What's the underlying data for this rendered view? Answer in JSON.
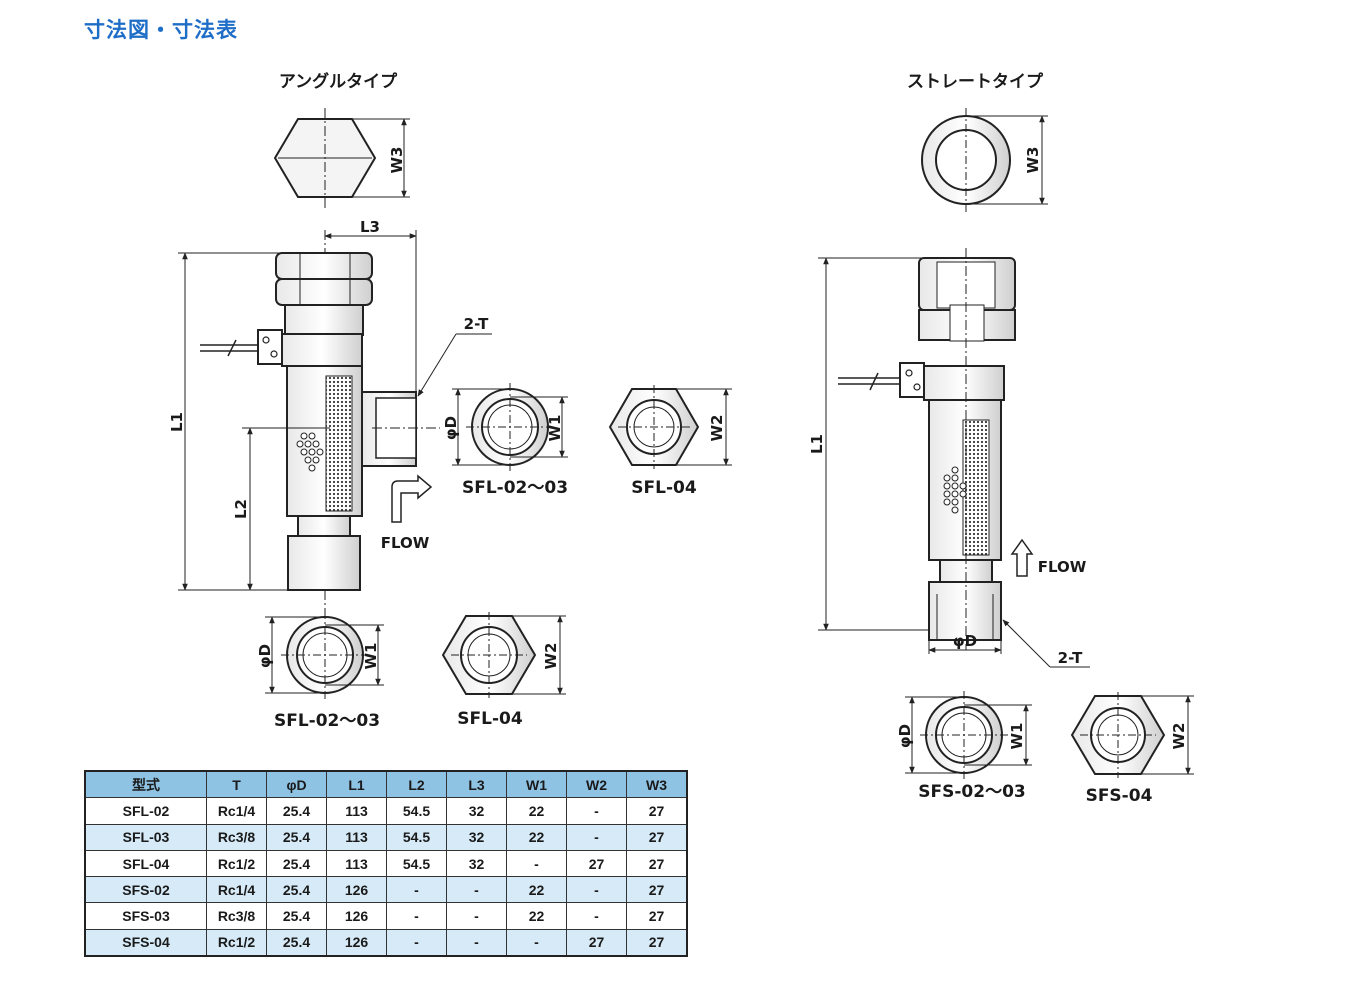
{
  "title": "寸法図・寸法表",
  "angle": {
    "heading": "アングルタイプ",
    "dims": {
      "w3": "W3",
      "l3": "L3",
      "l1": "L1",
      "l2": "L2",
      "t": "2-T",
      "flow": "FLOW",
      "d": "φD",
      "w1": "W1",
      "w2": "W2"
    },
    "views": {
      "a": "SFL-02～03",
      "b": "SFL-04",
      "c": "SFL-02～03",
      "d": "SFL-04"
    }
  },
  "straight": {
    "heading": "ストレートタイプ",
    "dims": {
      "w3": "W3",
      "l1": "L1",
      "t": "2-T",
      "flow": "FLOW",
      "d": "φD",
      "w1": "W1",
      "w2": "W2"
    },
    "views": {
      "a": "SFS-02～03",
      "b": "SFS-04"
    }
  },
  "table": {
    "headers": [
      "型式",
      "T",
      "φD",
      "L1",
      "L2",
      "L3",
      "W1",
      "W2",
      "W3"
    ],
    "rows": [
      [
        "SFL-02",
        "Rc1/4",
        "25.4",
        "113",
        "54.5",
        "32",
        "22",
        "-",
        "27"
      ],
      [
        "SFL-03",
        "Rc3/8",
        "25.4",
        "113",
        "54.5",
        "32",
        "22",
        "-",
        "27"
      ],
      [
        "SFL-04",
        "Rc1/2",
        "25.4",
        "113",
        "54.5",
        "32",
        "-",
        "27",
        "27"
      ],
      [
        "SFS-02",
        "Rc1/4",
        "25.4",
        "126",
        "-",
        "-",
        "22",
        "-",
        "27"
      ],
      [
        "SFS-03",
        "Rc3/8",
        "25.4",
        "126",
        "-",
        "-",
        "22",
        "-",
        "27"
      ],
      [
        "SFS-04",
        "Rc1/2",
        "25.4",
        "126",
        "-",
        "-",
        "-",
        "27",
        "27"
      ]
    ]
  }
}
